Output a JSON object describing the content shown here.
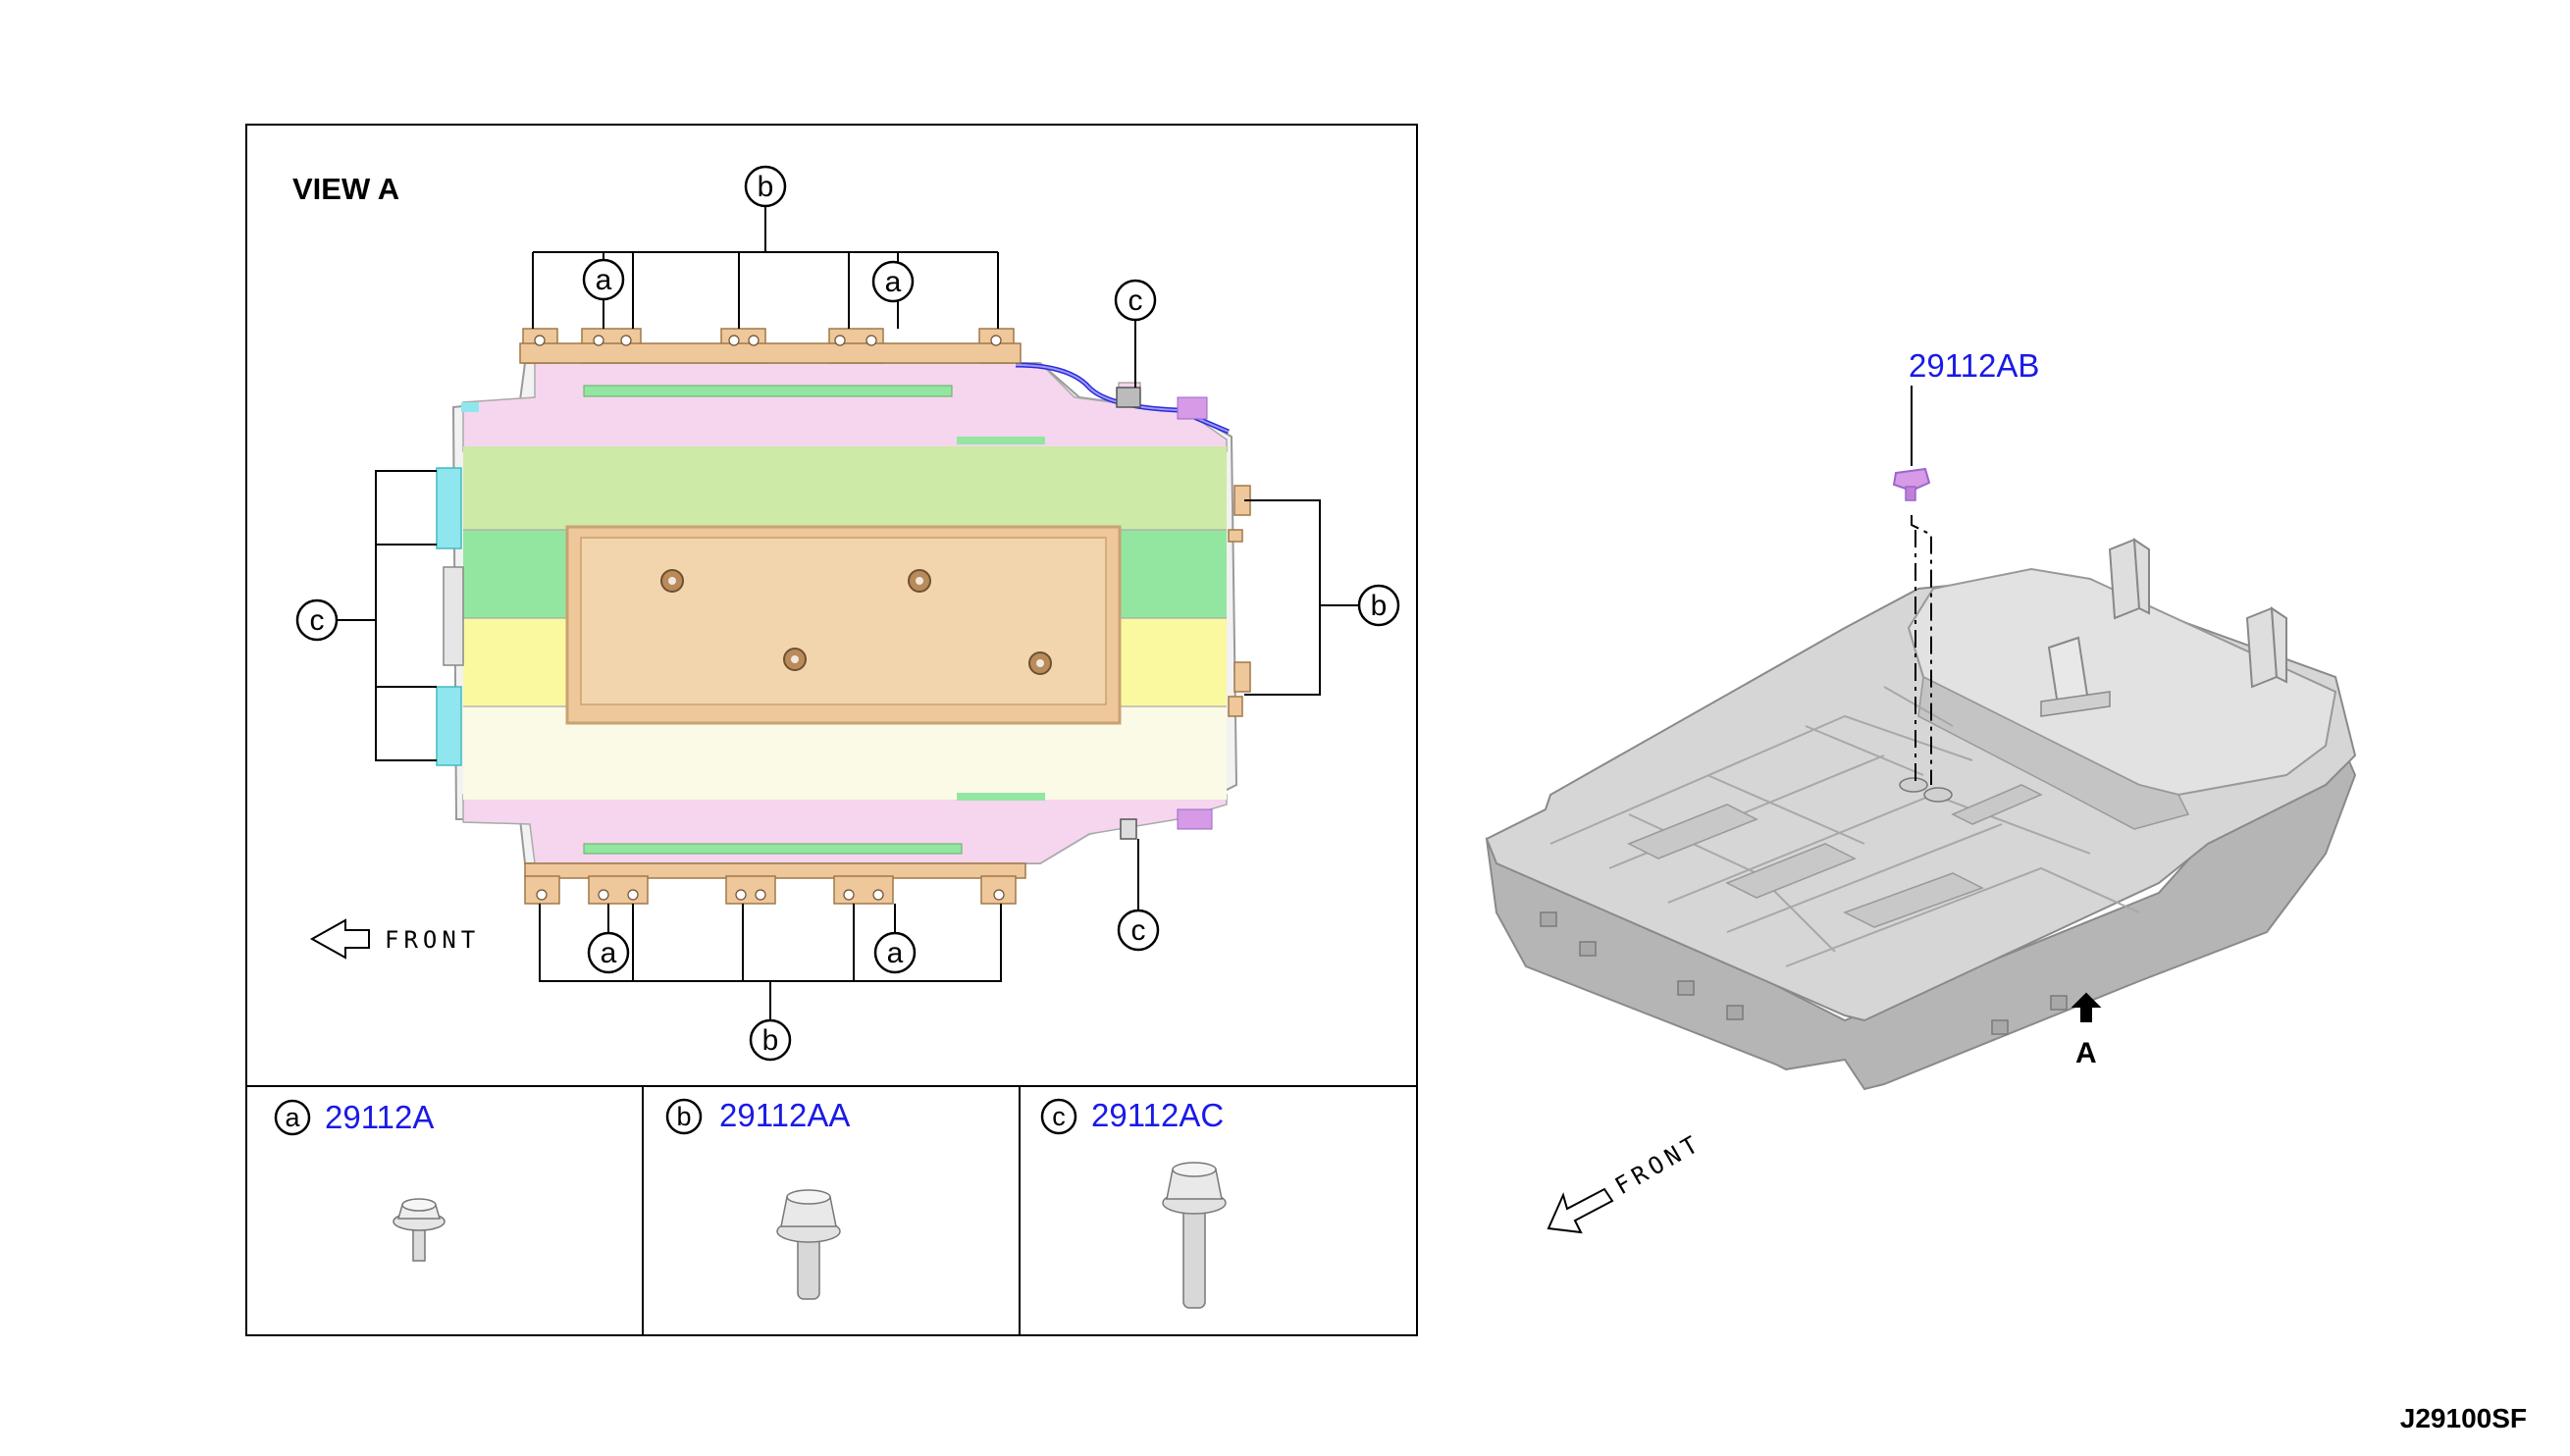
{
  "view_label": "VIEW A",
  "callouts": {
    "a": "a",
    "b": "b",
    "c": "c"
  },
  "front_label": "FRONT",
  "view_arrow_label": "A",
  "parts": [
    {
      "key": "a",
      "number": "29112A"
    },
    {
      "key": "b",
      "number": "29112AA"
    },
    {
      "key": "c",
      "number": "29112AC"
    }
  ],
  "main_part_number": "29112AB",
  "diagram_id": "J29100SF",
  "colors": {
    "link": "#1a1ae6",
    "bracket_orange": "#eec79a",
    "pink": "#f5d6ee",
    "green": "#cdeaa6",
    "bright_green": "#93e6a0",
    "yellow": "#fbf9a0",
    "cream": "#fafae6",
    "tray_gray": "#cfcfcf",
    "cyan": "#8fe6ee",
    "purple": "#d69ae6"
  }
}
